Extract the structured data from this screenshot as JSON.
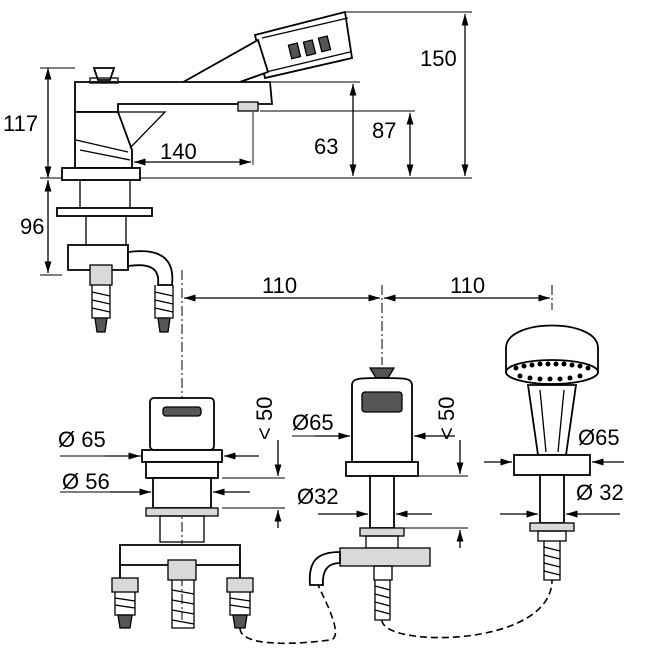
{
  "dimensions": {
    "d150": "150",
    "d117": "117",
    "d87": "87",
    "d63": "63",
    "d140": "140",
    "d96": "96",
    "d110a": "110",
    "d110b": "110",
    "lt50a": "< 50",
    "lt50b": "< 50",
    "dia65a": "Ø 65",
    "dia56": "Ø 56",
    "dia65b": "Ø65",
    "dia32a": "Ø32",
    "dia65c": "Ø65",
    "dia32b": "Ø 32"
  }
}
